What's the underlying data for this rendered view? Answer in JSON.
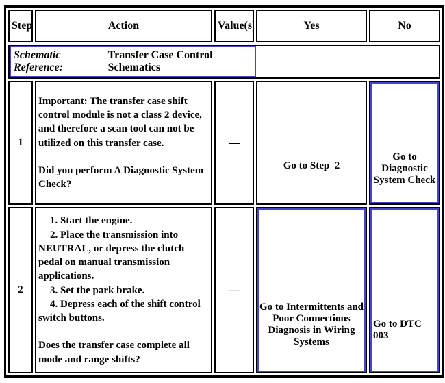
{
  "table": {
    "headers": [
      "Step",
      "Action",
      "Value(s)",
      "Yes",
      "No"
    ],
    "schematic": {
      "label": "Schematic Reference:",
      "value": "Transfer Case Control Schematics"
    },
    "rows": [
      {
        "step": "1",
        "action_important": "Important: The transfer case shift control module is not a class 2 device, and therefore a scan tool can not be utilized on this transfer case.",
        "action_question": "Did you perform A Diagnostic System Check?",
        "value": "—",
        "yes": "Go to Step  2",
        "no": "Go to Diagnostic System Check"
      },
      {
        "step": "2",
        "action_list": [
          "1. Start the engine.",
          "2. Place the transmission into NEUTRAL, or depress the clutch pedal on manual transmission applications.",
          "3. Set the park brake.",
          "4. Depress each of the shift control switch buttons."
        ],
        "action_question": "Does the transfer case complete all mode and range shifts?",
        "value": "—",
        "yes": "Go to Intermittents and Poor Connections Diagnosis in Wiring Systems",
        "no": "Go to DTC 003"
      }
    ],
    "link_border_color": "#4444cc"
  }
}
